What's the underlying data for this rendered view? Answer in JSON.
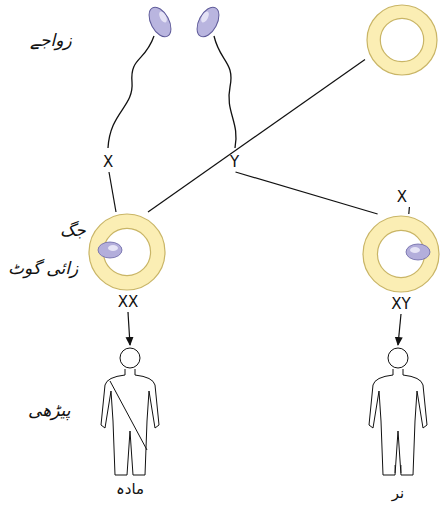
{
  "diagram": {
    "nodes": [
      {
        "text": [
          "X"
        ]
      },
      {
        "text": [
          "Y"
        ]
      },
      {
        "text": [
          "X"
        ]
      },
      {
        "text": [
          "XX"
        ]
      },
      {
        "text": [
          "XY"
        ]
      },
      {
        "text": [
          "مادہ"
        ]
      },
      {
        "text": [
          "نر"
        ]
      }
    ],
    "edges": [
      {
        "from": 0,
        "to": 3,
        "arrow": "none"
      },
      {
        "from": 2,
        "to": 3,
        "arrow": "none"
      },
      {
        "from": 1,
        "to": 4,
        "arrow": "none"
      },
      {
        "from": 2,
        "to": 4,
        "arrow": "none"
      },
      {
        "from": 3,
        "to": 5,
        "arrow": "to"
      },
      {
        "from": 4,
        "to": 6,
        "arrow": "to"
      }
    ],
    "labels": [
      "زواجے",
      "جگ",
      "زائی گوٹ",
      "پیڑھی"
    ]
  }
}
